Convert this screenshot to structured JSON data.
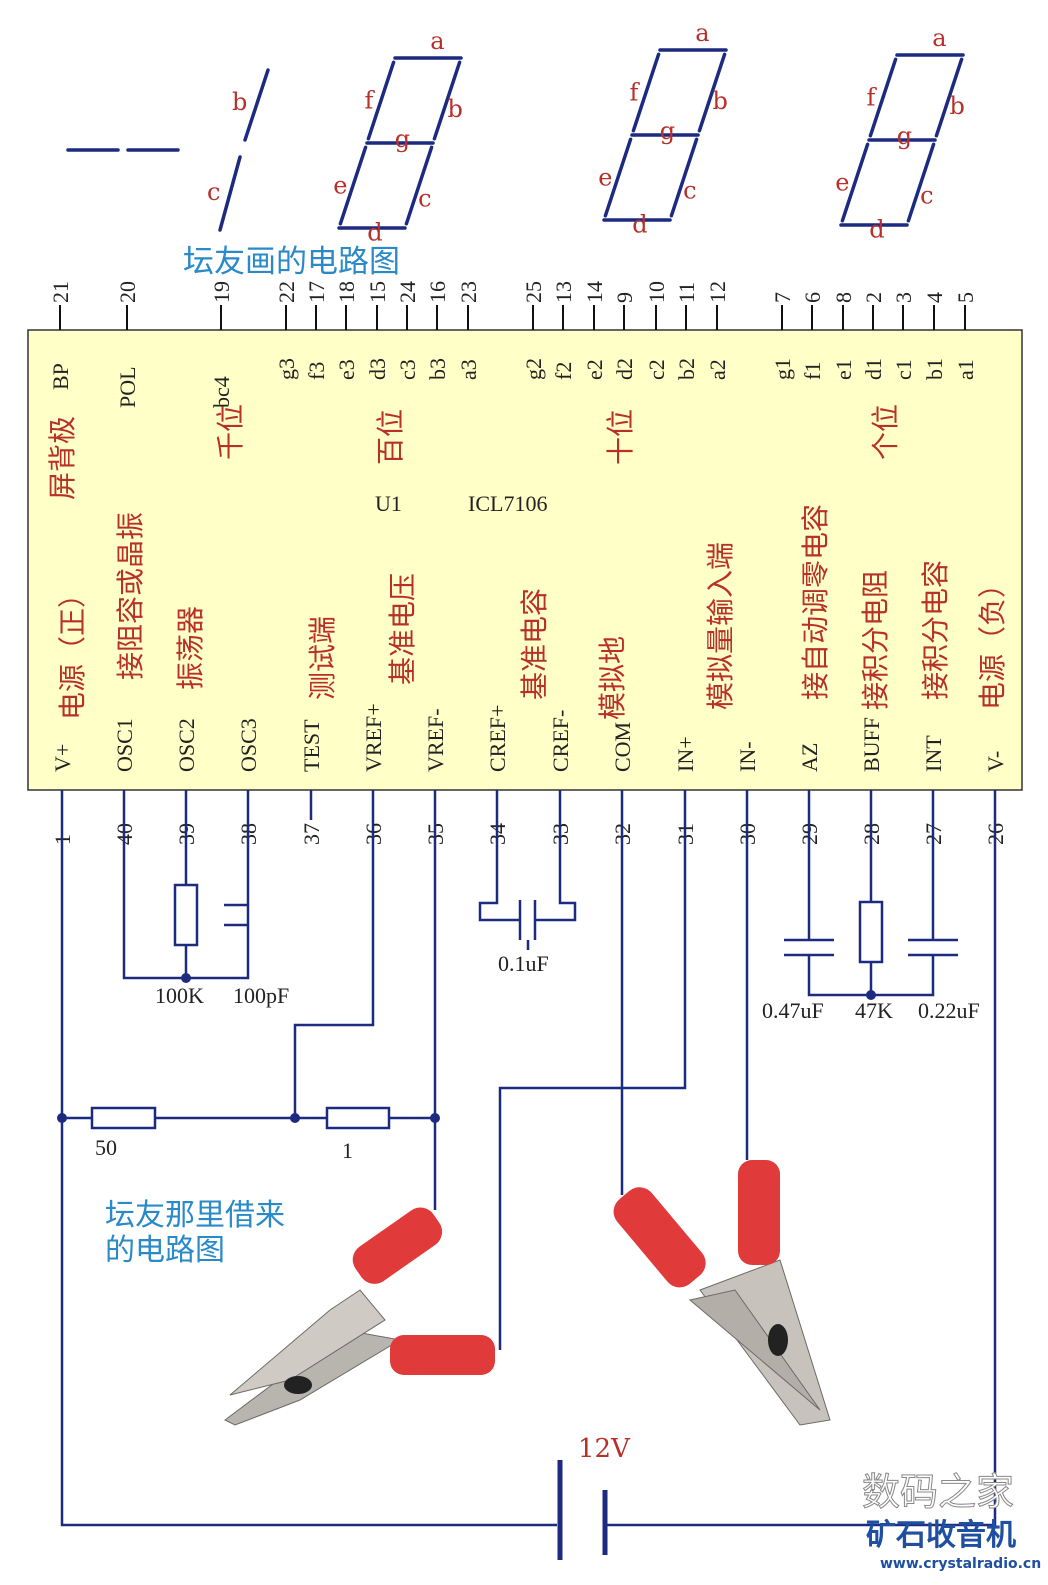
{
  "captions": {
    "top": "坛友画的电路图",
    "bottom_line1": "坛友那里借来",
    "bottom_line2": "的电路图"
  },
  "displays": {
    "minus": "-",
    "thousands": [
      "b",
      "c"
    ],
    "digit_segments": [
      "a",
      "b",
      "c",
      "d",
      "e",
      "f",
      "g"
    ]
  },
  "chip": {
    "ref": "U1",
    "part": "ICL7106",
    "top_pins": [
      {
        "num": "21",
        "name": "BP"
      },
      {
        "num": "20",
        "name": "POL"
      },
      {
        "num": "19",
        "name": "bc4"
      },
      {
        "num": "22",
        "name": "g3"
      },
      {
        "num": "17",
        "name": "f3"
      },
      {
        "num": "18",
        "name": "e3"
      },
      {
        "num": "15",
        "name": "d3"
      },
      {
        "num": "24",
        "name": "c3"
      },
      {
        "num": "16",
        "name": "b3"
      },
      {
        "num": "23",
        "name": "a3"
      },
      {
        "num": "25",
        "name": "g2"
      },
      {
        "num": "13",
        "name": "f2"
      },
      {
        "num": "14",
        "name": "e2"
      },
      {
        "num": "9",
        "name": "d2"
      },
      {
        "num": "10",
        "name": "c2"
      },
      {
        "num": "11",
        "name": "b2"
      },
      {
        "num": "12",
        "name": "a2"
      },
      {
        "num": "7",
        "name": "g1"
      },
      {
        "num": "6",
        "name": "f1"
      },
      {
        "num": "8",
        "name": "e1"
      },
      {
        "num": "2",
        "name": "d1"
      },
      {
        "num": "3",
        "name": "c1"
      },
      {
        "num": "4",
        "name": "b1"
      },
      {
        "num": "5",
        "name": "a1"
      }
    ],
    "bottom_pins": [
      {
        "num": "1",
        "name": "V+"
      },
      {
        "num": "40",
        "name": "OSC1"
      },
      {
        "num": "39",
        "name": "OSC2"
      },
      {
        "num": "38",
        "name": "OSC3"
      },
      {
        "num": "37",
        "name": "TEST"
      },
      {
        "num": "36",
        "name": "VREF+"
      },
      {
        "num": "35",
        "name": "VREF-"
      },
      {
        "num": "34",
        "name": "CREF+"
      },
      {
        "num": "33",
        "name": "CREF-"
      },
      {
        "num": "32",
        "name": "COM"
      },
      {
        "num": "31",
        "name": "IN+"
      },
      {
        "num": "30",
        "name": "IN-"
      },
      {
        "num": "29",
        "name": "AZ"
      },
      {
        "num": "28",
        "name": "BUFF"
      },
      {
        "num": "27",
        "name": "INT"
      },
      {
        "num": "26",
        "name": "V-"
      }
    ],
    "top_notes": [
      "屏背极",
      "千位",
      "百位",
      "十位",
      "个位"
    ],
    "bottom_notes": [
      "电源（正）",
      "接阻容或晶振",
      "振荡器",
      "测试端",
      "基准电压",
      "基准电容",
      "模拟地",
      "模拟量输入端",
      "接自动调零电容",
      "接积分电阻",
      "接积分电容",
      "电源（负）"
    ]
  },
  "components": {
    "osc_resistor": "100K",
    "osc_capacitor": "100pF",
    "ref_capacitor": "0.1uF",
    "az_capacitor": "0.47uF",
    "int_resistor": "47K",
    "int_capacitor": "0.22uF",
    "divider_r1": "50",
    "divider_r2": "1",
    "battery": "12V"
  },
  "watermark": {
    "line1": "数码之家",
    "line2": "矿石收音机",
    "url": "www.crystalradio.cn"
  },
  "colors": {
    "wire": "#1c2a80",
    "chip_fill": "#ffffc8",
    "label_red": "#b8302a",
    "caption_blue": "#2a8ac8",
    "clip_red": "#e03a3a"
  }
}
